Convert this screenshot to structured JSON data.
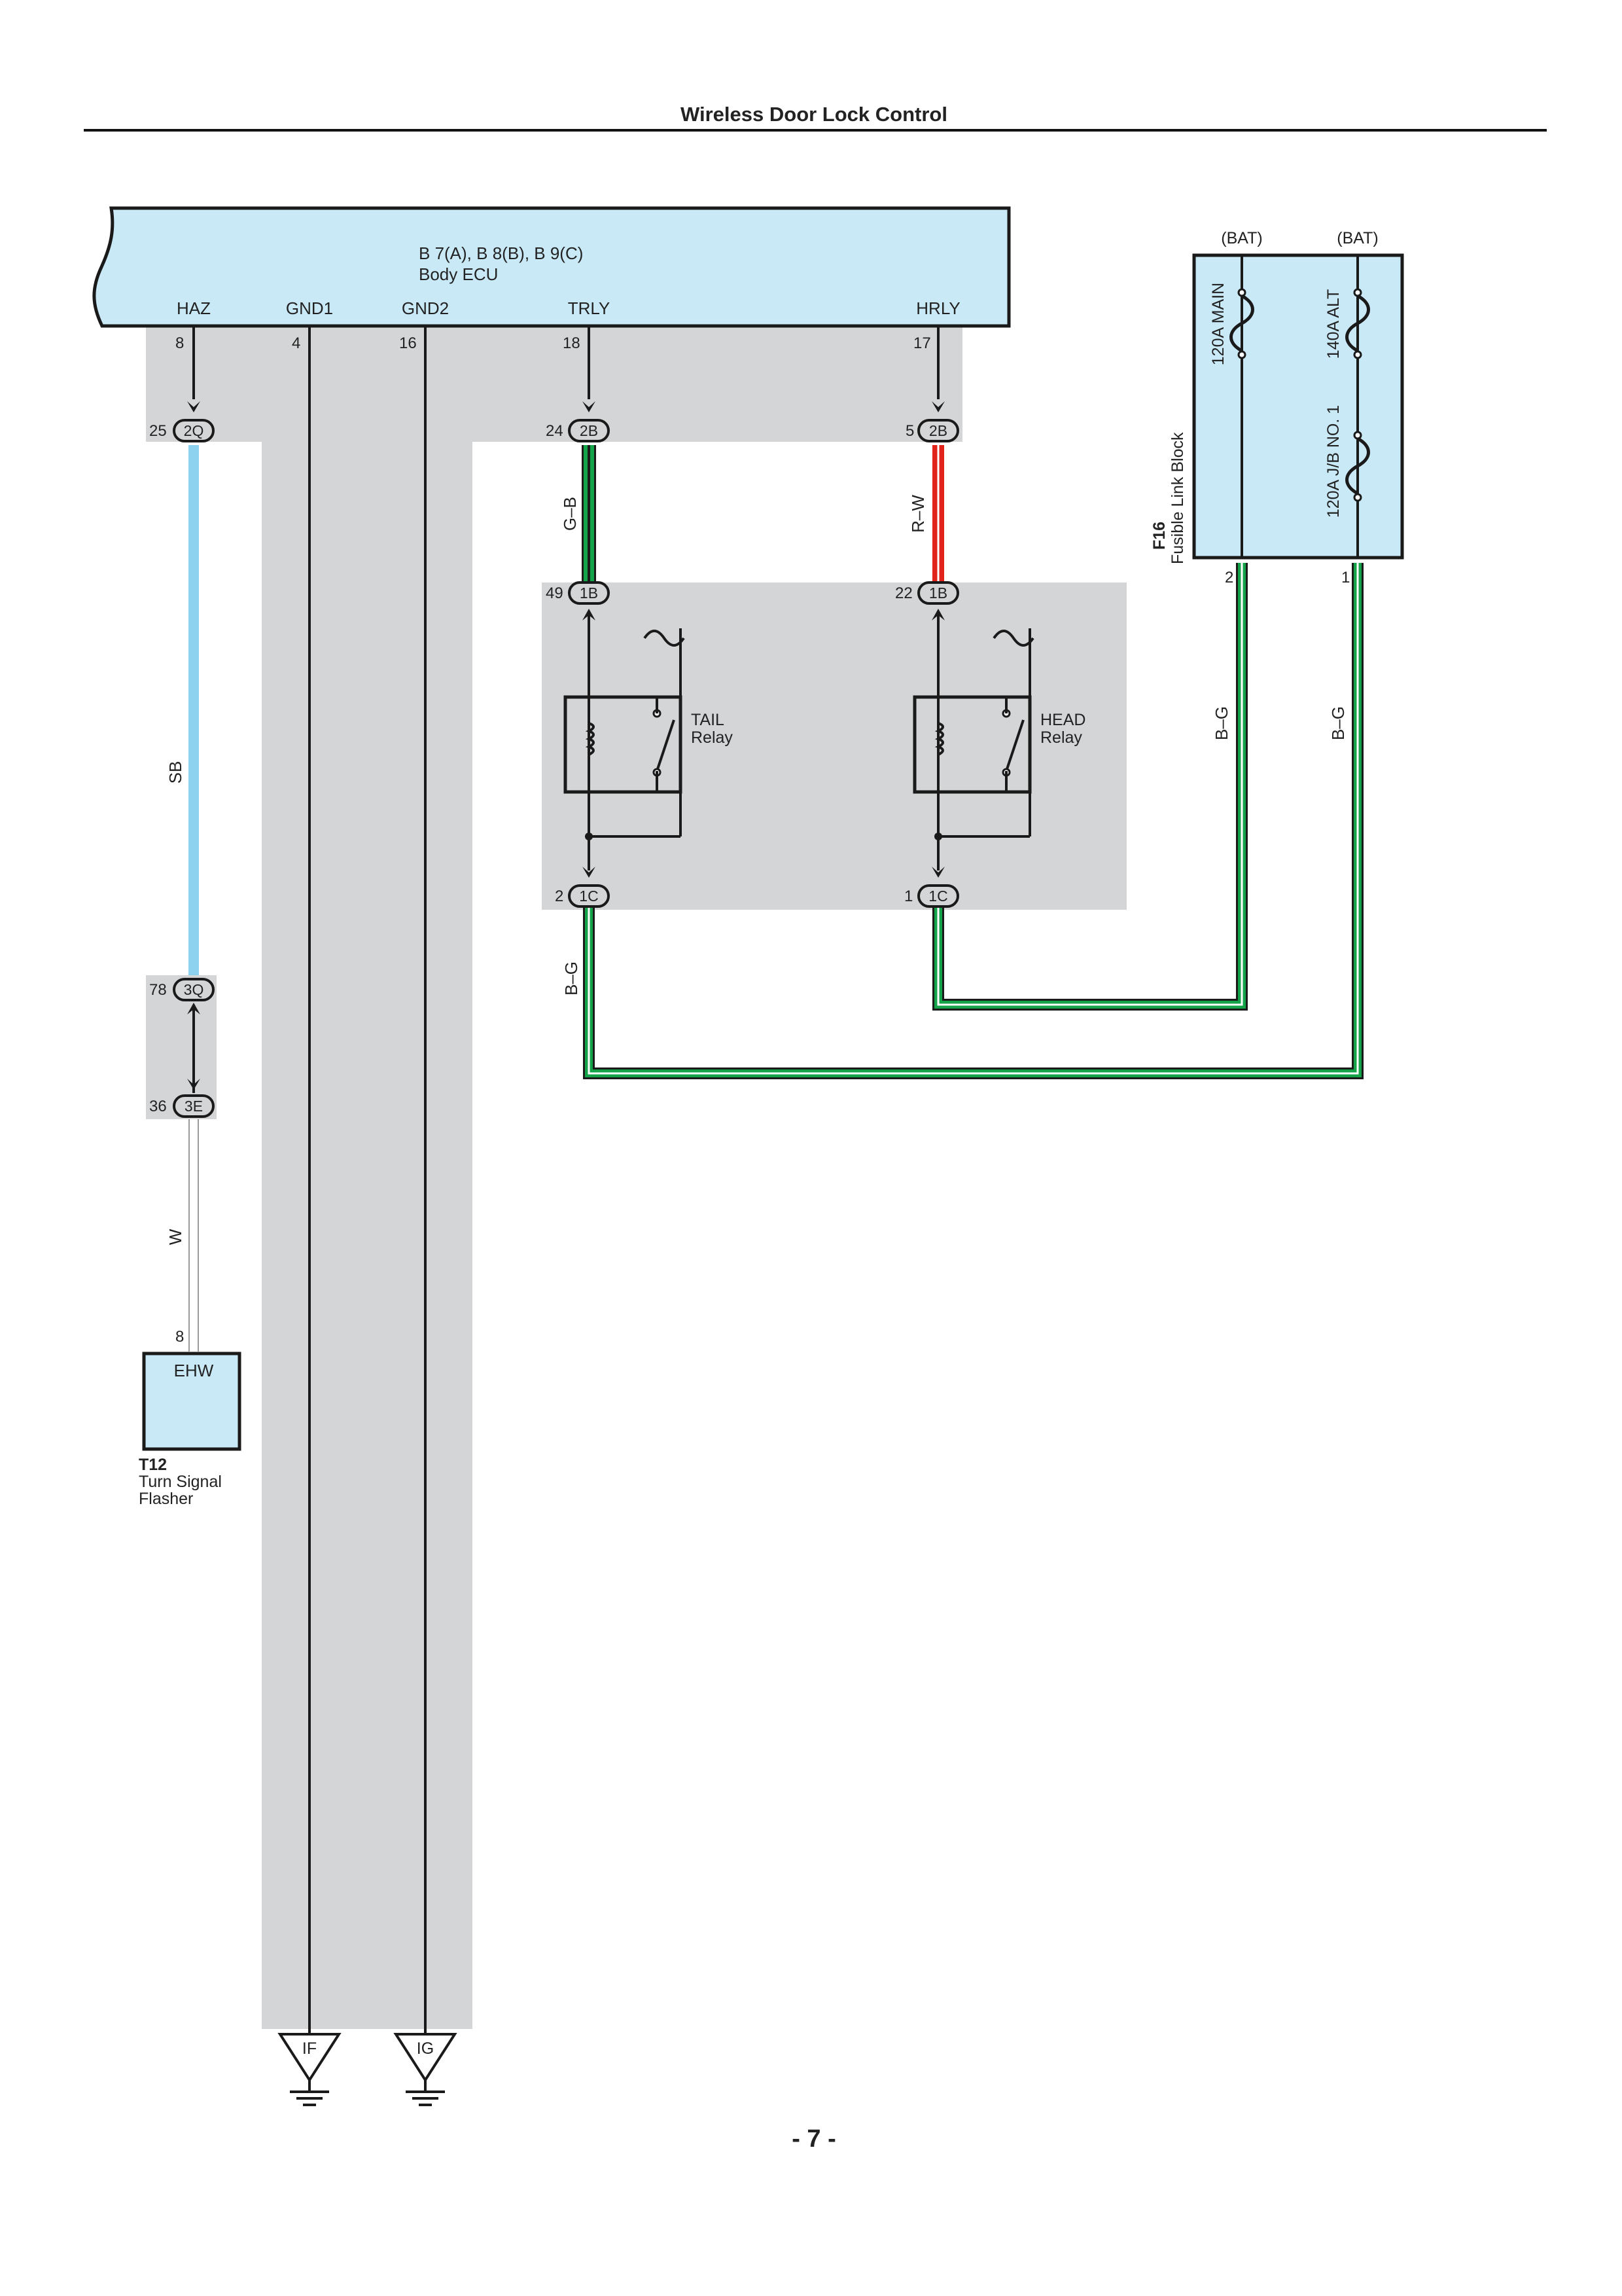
{
  "page": {
    "title": "Wireless Door Lock Control",
    "page_number": "- 7 -"
  },
  "ecu": {
    "connectors": "B 7(A), B 8(B), B 9(C)",
    "name": "Body ECU",
    "terminals": {
      "haz": "HAZ",
      "gnd1": "GND1",
      "gnd2": "GND2",
      "trly": "TRLY",
      "hrly": "HRLY"
    },
    "pins": {
      "haz": "8",
      "gnd1": "4",
      "gnd2": "16",
      "trly": "18",
      "hrly": "17"
    }
  },
  "junction": {
    "haz_pin": "25",
    "haz_conn": "2Q",
    "trly_pin": "24",
    "trly_conn": "2B",
    "hrly_pin": "5",
    "hrly_conn": "2B",
    "tail_in_pin": "49",
    "tail_in_conn": "1B",
    "head_in_pin": "22",
    "head_in_conn": "1B",
    "tail_out_pin": "2",
    "tail_out_conn": "1C",
    "head_out_pin": "1",
    "head_out_conn": "1C",
    "c3q_pin": "78",
    "c3q_conn": "3Q",
    "c3e_pin": "36",
    "c3e_conn": "3E"
  },
  "wires": {
    "sb": "SB",
    "gb": "G–B",
    "rw": "R–W",
    "bg_tail": "B–G",
    "bg_f2": "B–G",
    "bg_f1": "B–G",
    "w": "W"
  },
  "relays": {
    "tail_line1": "TAIL",
    "tail_line2": "Relay",
    "head_line1": "HEAD",
    "head_line2": "Relay"
  },
  "fusible": {
    "bat1": "(BAT)",
    "bat2": "(BAT)",
    "fuse_main": "120A MAIN",
    "fuse_alt": "140A ALT",
    "fuse_jb": "120A J/B NO. 1",
    "code": "F16",
    "name": "Fusible Link Block",
    "pin2": "2",
    "pin1": "1"
  },
  "flasher": {
    "pin": "8",
    "terminal": "EHW",
    "code": "T12",
    "name_line1": "Turn Signal",
    "name_line2": "Flasher"
  },
  "grounds": {
    "g1": "IF",
    "g2": "IG"
  },
  "colors": {
    "component_fill": "#c9e9f7",
    "junction_gray": "#d4d5d7",
    "wire_sb": "#8dd3f0",
    "wire_green": "#15a34a",
    "wire_red": "#e2231a",
    "wire_black": "#1a1a1a"
  }
}
